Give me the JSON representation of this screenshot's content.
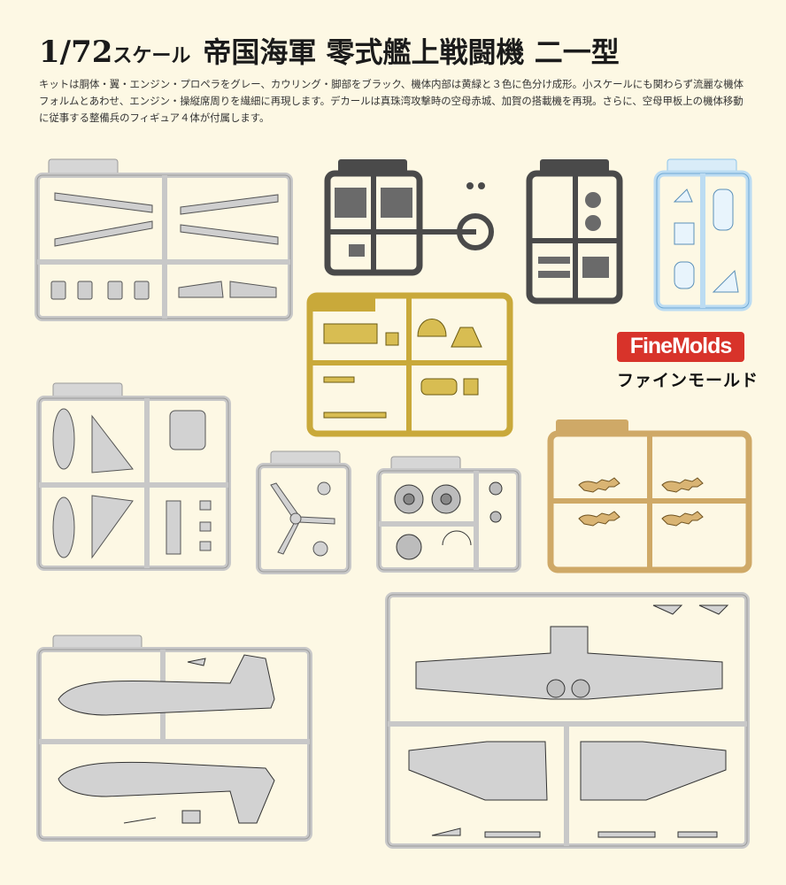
{
  "header": {
    "scale_number": "1/72",
    "scale_kana": "スケール",
    "kit_name": "帝国海軍 零式艦上戦闘機 二一型"
  },
  "description": "キットは胴体・翼・エンジン・プロペラをグレー、カウリング・脚部をブラック、機体内部は黄緑と３色に色分け成形。小スケールにも関わらず流麗な機体フォルムとあわせ、エンジン・操縦席周りを繊細に再現します。デカールは真珠湾攻撃時の空母赤城、加賀の搭載機を再現。さらに、空母甲板上の機体移動に従事する整備兵のフィギュア４体が付属します。",
  "logo": {
    "brand": "FineMolds",
    "brand_kana": "ファインモールド"
  },
  "colors": {
    "background": "#fdf8e4",
    "grey_runner": "#d6d6d6",
    "grey_outline": "#9a9a9a",
    "black_runner": "#4a4a4a",
    "olive_runner": "#c9a93a",
    "clear_runner": "#d9ecf8",
    "figure_runner": "#cfa967",
    "brand_red": "#d8332a"
  },
  "runners": [
    {
      "name": "grey-runner-a",
      "color": "grey",
      "icon": "wing-strip-icon"
    },
    {
      "name": "black-runner-cowling",
      "color": "black",
      "icon": "cowling-ring-icon"
    },
    {
      "name": "black-runner-landing-gear",
      "color": "black",
      "icon": "wheel-icon"
    },
    {
      "name": "clear-runner-canopy",
      "color": "clear",
      "icon": "canopy-icon"
    },
    {
      "name": "olive-runner-interior",
      "color": "olive",
      "icon": "cockpit-icon"
    },
    {
      "name": "grey-runner-b",
      "color": "grey",
      "icon": "drop-tank-icon"
    },
    {
      "name": "grey-runner-propeller",
      "color": "grey",
      "icon": "propeller-icon"
    },
    {
      "name": "grey-runner-engine",
      "color": "grey",
      "icon": "radial-engine-icon"
    },
    {
      "name": "tan-runner-figures",
      "color": "tan",
      "icon": "figure-icon"
    },
    {
      "name": "grey-runner-fuselage",
      "color": "grey",
      "icon": "fuselage-icon"
    },
    {
      "name": "grey-runner-wings",
      "color": "grey",
      "icon": "wing-icon"
    }
  ]
}
